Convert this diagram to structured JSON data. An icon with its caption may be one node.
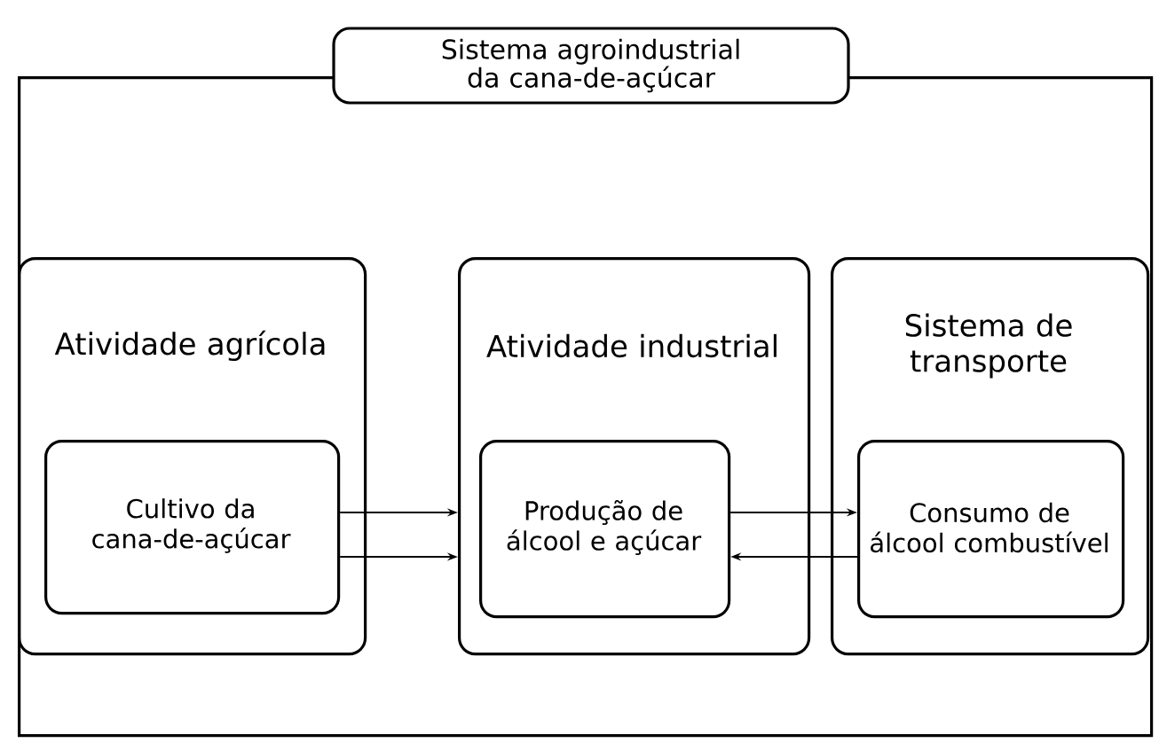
{
  "diagram": {
    "nodes": [
      {
        "text": [
          "Sistema agroindustrial da cana-de-açúcar"
        ]
      },
      {
        "text": [
          "Atividade agrícola"
        ],
        "in": 0
      },
      {
        "text": [
          "Cultivo da cana-de-açúcar"
        ],
        "in": 1
      },
      {
        "text": [
          "Atividade industrial"
        ],
        "in": 0
      },
      {
        "text": [
          "Produção de álcool e açúcar"
        ],
        "in": 3
      },
      {
        "text": [
          "Sistema de transporte"
        ],
        "in": 0
      },
      {
        "text": [
          "Consumo de álcool combustível"
        ],
        "in": 5
      }
    ],
    "edges": [
      {
        "from": 2,
        "to": 3,
        "arrow": "to"
      },
      {
        "from": 2,
        "to": 3,
        "arrow": "to"
      },
      {
        "from": 4,
        "to": 6,
        "arrow": "to"
      },
      {
        "from": 6,
        "to": 4,
        "arrow": "to"
      }
    ]
  }
}
